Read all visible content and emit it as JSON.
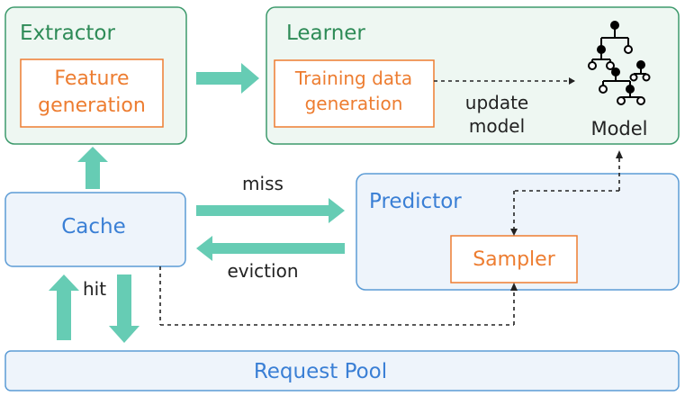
{
  "extractor": {
    "title": "Extractor",
    "box_line1": "Feature",
    "box_line2": "generation"
  },
  "learner": {
    "title": "Learner",
    "box_line1": "Training data",
    "box_line2": "generation",
    "update_line1": "update",
    "update_line2": "model",
    "model_label": "Model"
  },
  "cache": {
    "title": "Cache"
  },
  "predictor": {
    "title": "Predictor",
    "sampler_label": "Sampler"
  },
  "edges": {
    "miss": "miss",
    "eviction": "eviction",
    "hit": "hit"
  },
  "request_pool": {
    "title": "Request Pool"
  },
  "colors": {
    "green_border": "#3d9a6c",
    "green_fill": "#eef7f2",
    "blue_border": "#5b9bd5",
    "blue_fill": "#eef4fb",
    "orange": "#ed7d31",
    "arrow": "#66ccb4",
    "text_green": "#2e8b57",
    "text_blue": "#3a7fd5",
    "text_dark": "#222222"
  },
  "icons": [
    "tree-model-icon"
  ]
}
